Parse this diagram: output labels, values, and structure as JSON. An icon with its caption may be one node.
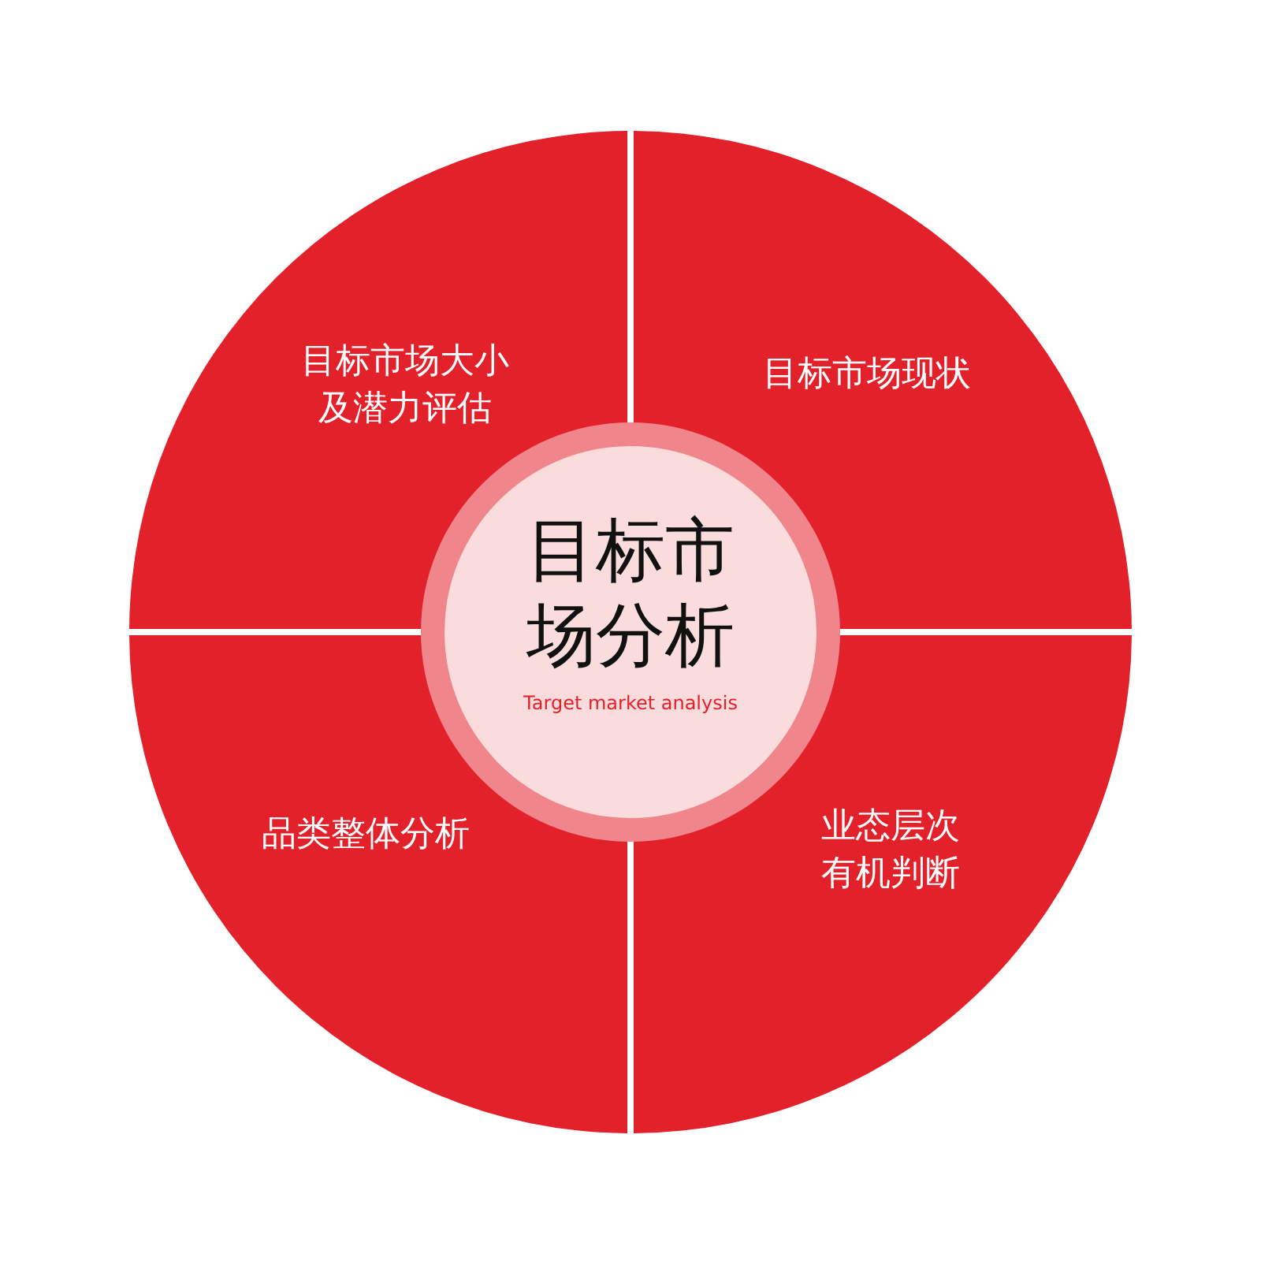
{
  "diagram": {
    "nodes": [
      {
        "text": [
          "目标市场大小及潜力评估"
        ]
      },
      {
        "text": [
          "目标市场现状"
        ]
      },
      {
        "text": [
          "品类整体分析"
        ]
      },
      {
        "text": [
          "业态层次有机判断"
        ]
      },
      {
        "text": [
          "目标市场分析",
          "Target market analysis"
        ]
      }
    ]
  }
}
